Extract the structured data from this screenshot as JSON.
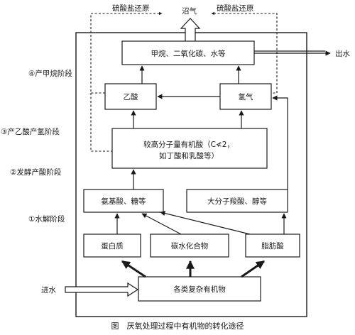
{
  "stages": {
    "methane": "④产甲烷阶段",
    "acetate_hydrogen": "③产乙酸产氢阶段",
    "acidogenesis": "②发酵产酸阶段",
    "hydrolysis": "①水解阶段"
  },
  "top": {
    "sulfate_left": "硫酸盐还原",
    "sulfate_right": "硫酸盐还原",
    "biogas": "沼气"
  },
  "boxes": {
    "products": "甲烷、二氧化碳、水等",
    "acetic_acid": "乙酸",
    "hydrogen": "氢气",
    "vfa_line1": "较高分子量有机酸（C≮2，",
    "vfa_line2": "如丁酸和乳酸等）",
    "amino_sugar": "氨基酸、糖等",
    "fatty_alcohol": "大分子羧酸、醇等",
    "protein": "蛋白质",
    "carbohydrate": "碳水化合物",
    "fat": "脂肪酸",
    "complex_organics": "各类复杂有机物"
  },
  "flows": {
    "outflow": "出水",
    "inflow": "进水"
  },
  "caption": "图　厌氧处理过程中有机物的转化途径"
}
